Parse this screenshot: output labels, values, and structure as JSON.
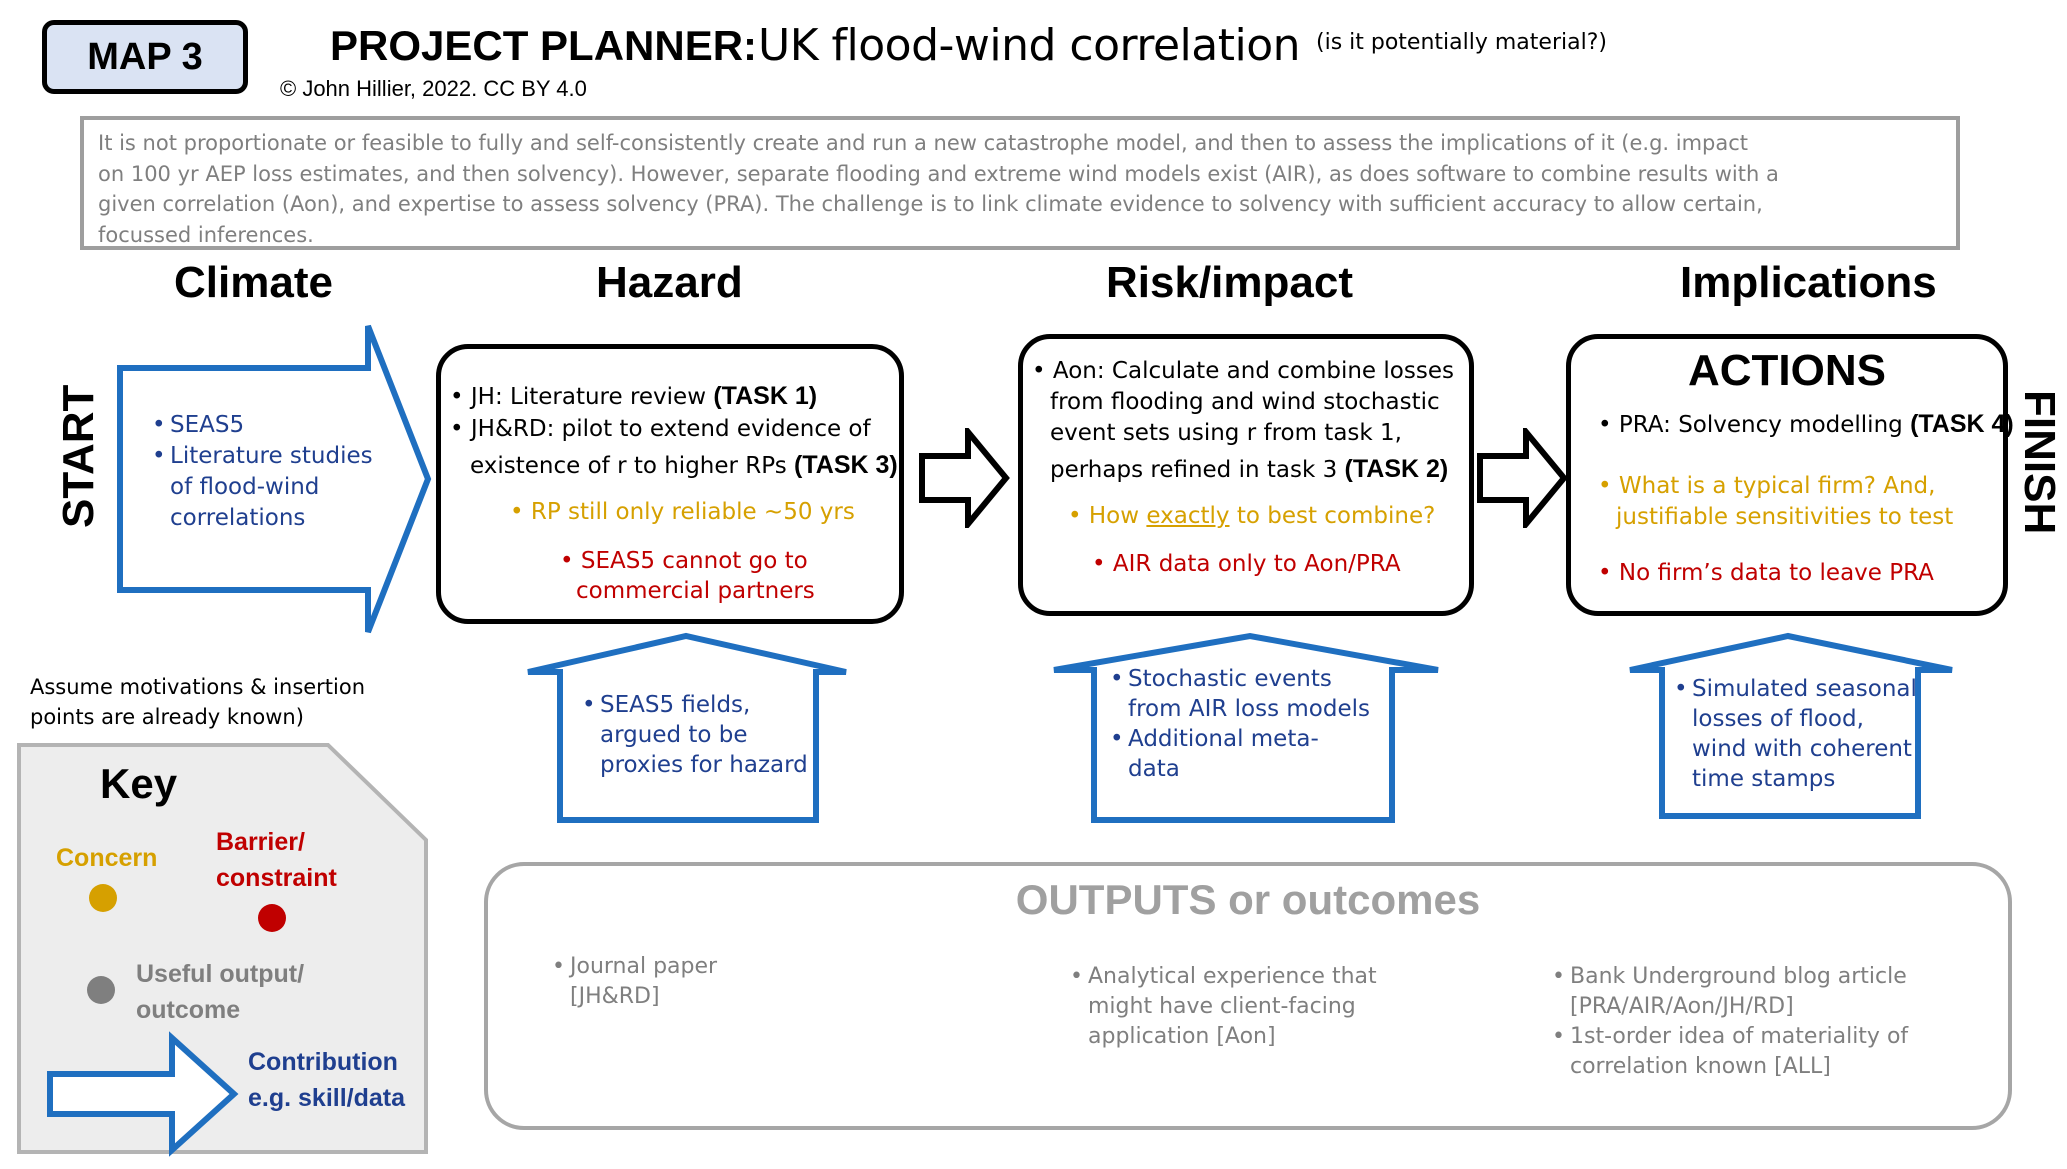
{
  "header": {
    "map_label": "MAP 3",
    "title_bold": "PROJECT PLANNER:",
    "title_hand": "UK flood-wind correlation",
    "title_note": "(is it potentially material?)",
    "copyright": "© John Hillier, 2022. CC BY 4.0"
  },
  "intro": {
    "line1": "It is not proportionate or feasible to fully and self-consistently create and run a new catastrophe model, and then to assess the implications of it (e.g. impact",
    "line2": "on 100 yr AEP loss estimates, and then solvency). However, separate flooding and extreme wind models exist (AIR), as does software to combine results with a",
    "line3": "given correlation (Aon), and expertise to assess solvency (PRA).  The challenge is to link climate evidence to solvency with sufficient accuracy to allow certain,",
    "line4": "focussed inferences."
  },
  "stages": {
    "climate": "Climate",
    "hazard": "Hazard",
    "risk": "Risk/impact",
    "implications": "Implications"
  },
  "side_labels": {
    "start": "START",
    "finish": "FINISH"
  },
  "climate_arrow": {
    "items": [
      "SEAS5",
      "Literature studies of flood-wind correlations"
    ]
  },
  "hazard_box": {
    "item1_prefix": "JH: Literature review ",
    "item1_task": "(TASK 1)",
    "item2_line1": "JH&RD: pilot to extend evidence of",
    "item2_line2": "existence of r to higher RPs ",
    "item2_task": "(TASK 3)",
    "concern": "RP still only reliable ~50 yrs",
    "barrier_line1": "SEAS5 cannot go to",
    "barrier_line2": "commercial partners"
  },
  "risk_box": {
    "item_line1": "Aon: Calculate and combine losses",
    "item_line2": "from flooding and wind stochastic",
    "item_line3": "event sets using r from task 1,",
    "item_line4": "perhaps refined in task 3  ",
    "item_task": "(TASK 2)",
    "concern_pre": "How ",
    "concern_u": "exactly",
    "concern_post": " to best combine?",
    "barrier": "AIR data only to Aon/PRA"
  },
  "impl_box": {
    "heading": "ACTIONS",
    "item_prefix": "PRA: Solvency modelling ",
    "item_task": "(TASK 4)",
    "concern_line1": "What is a typical firm? And,",
    "concern_line2": "justifiable sensitivities to test",
    "barrier": "No firm’s data to leave PRA"
  },
  "contrib_hazard": {
    "items": [
      "SEAS5 fields, argued to be proxies for hazard"
    ]
  },
  "contrib_risk": {
    "items": [
      "Stochastic events from AIR loss models",
      "Additional meta-data"
    ]
  },
  "contrib_impl": {
    "items": [
      "Simulated seasonal losses of flood, wind with coherent time stamps"
    ]
  },
  "assumption": {
    "line1": "Assume motivations & insertion",
    "line2": "points are already known)"
  },
  "key": {
    "title": "Key",
    "concern": "Concern",
    "barrier_line1": "Barrier/",
    "barrier_line2": "constraint",
    "useful_line1": "Useful output/",
    "useful_line2": "outcome",
    "contrib_line1": "Contribution",
    "contrib_line2": "e.g. skill/data"
  },
  "outputs": {
    "title": "OUTPUTS or outcomes",
    "col1": [
      "Journal paper [JH&RD]"
    ],
    "col2": [
      "Analytical experience that might have client-facing application [Aon]"
    ],
    "col3": [
      "Bank Underground blog article [PRA/AIR/Aon/JH/RD]",
      "1st-order idea of materiality of correlation known [ALL]"
    ]
  },
  "colors": {
    "concern": "#d6a000",
    "barrier": "#c00000",
    "useful": "#7f7f7f",
    "contribution": "#1f3f8f",
    "contribution_border": "#1f6fc0",
    "badge_fill": "#dae3f3",
    "key_fill": "#ededed"
  }
}
